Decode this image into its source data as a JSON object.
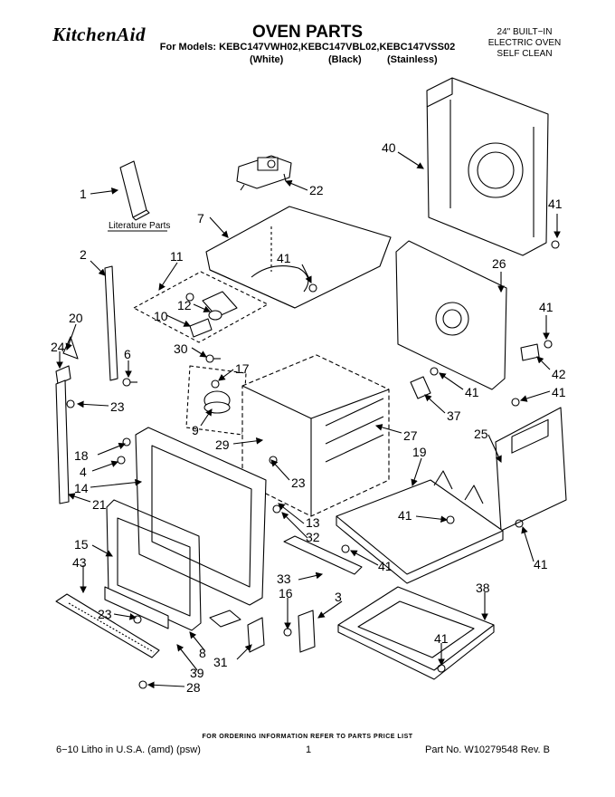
{
  "header": {
    "brand": "KitchenAid",
    "title": "OVEN PARTS",
    "models": "For Models: KEBC147VWH02,KEBC147VBL02,KEBC147VSS02",
    "variants": [
      "(White)",
      "(Black)",
      "(Stainless)"
    ],
    "oven_type": [
      "24\" BUILT−IN",
      "ELECTRIC OVEN",
      "SELF CLEAN"
    ]
  },
  "diagram": {
    "literature_label": "Literature Parts",
    "callouts": [
      "1",
      "7",
      "22",
      "40",
      "41",
      "2",
      "11",
      "41",
      "26",
      "20",
      "12",
      "10",
      "41",
      "24",
      "6",
      "30",
      "17",
      "42",
      "41",
      "23",
      "41",
      "37",
      "9",
      "27",
      "25",
      "29",
      "18",
      "4",
      "14",
      "23",
      "19",
      "21",
      "41",
      "13",
      "32",
      "15",
      "43",
      "41",
      "41",
      "33",
      "16",
      "3",
      "38",
      "23",
      "8",
      "31",
      "39",
      "41",
      "28"
    ]
  },
  "footer": {
    "order_info": "FOR ORDERING INFORMATION REFER TO PARTS PRICE LIST",
    "litho": "6−10 Litho in U.S.A. (amd) (psw)",
    "page": "1",
    "part_no": "Part No. W10279548 Rev. B"
  },
  "colors": {
    "ink": "#000000",
    "background": "#ffffff"
  }
}
